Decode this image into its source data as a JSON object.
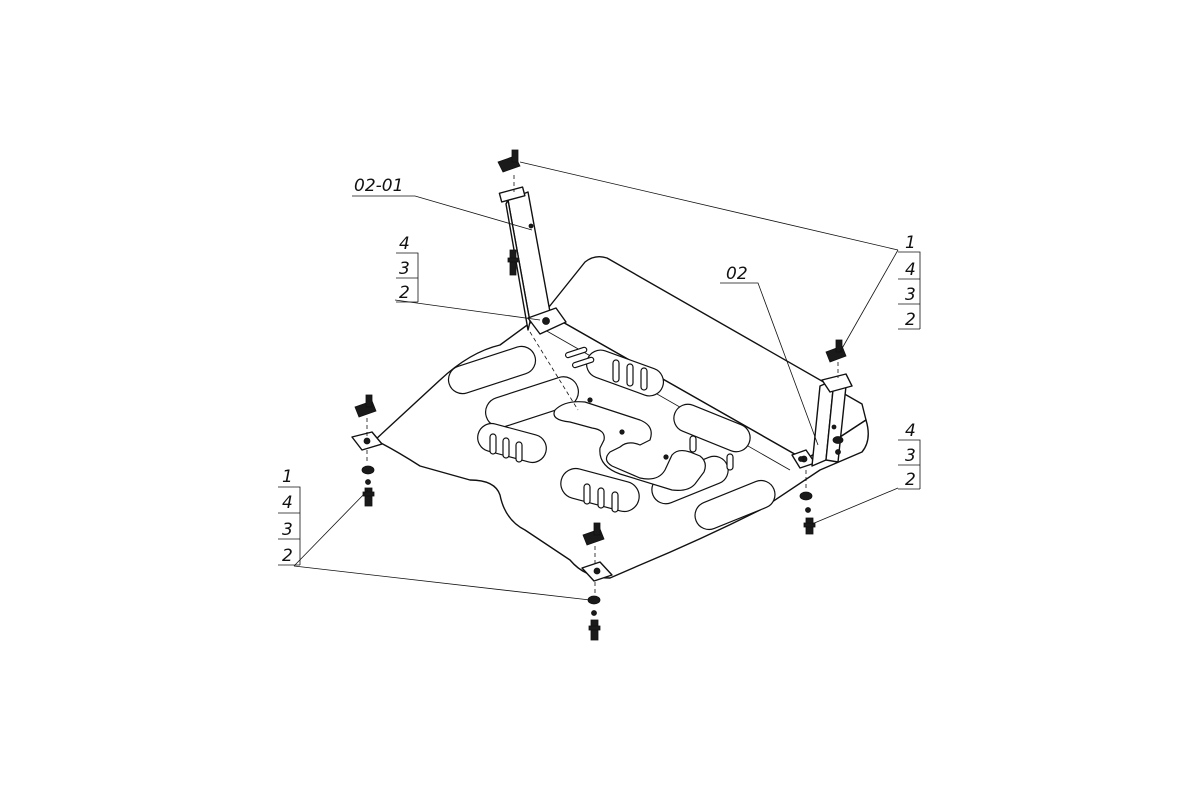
{
  "callouts": {
    "bracket_left": "02-01",
    "bracket_right": "02",
    "stack_upper_left": [
      "4",
      "3",
      "2"
    ],
    "stack_upper_right": [
      "1",
      "4",
      "3",
      "2"
    ],
    "stack_lower_left": [
      "1",
      "4",
      "3",
      "2"
    ],
    "stack_lower_right": [
      "4",
      "3",
      "2"
    ]
  }
}
